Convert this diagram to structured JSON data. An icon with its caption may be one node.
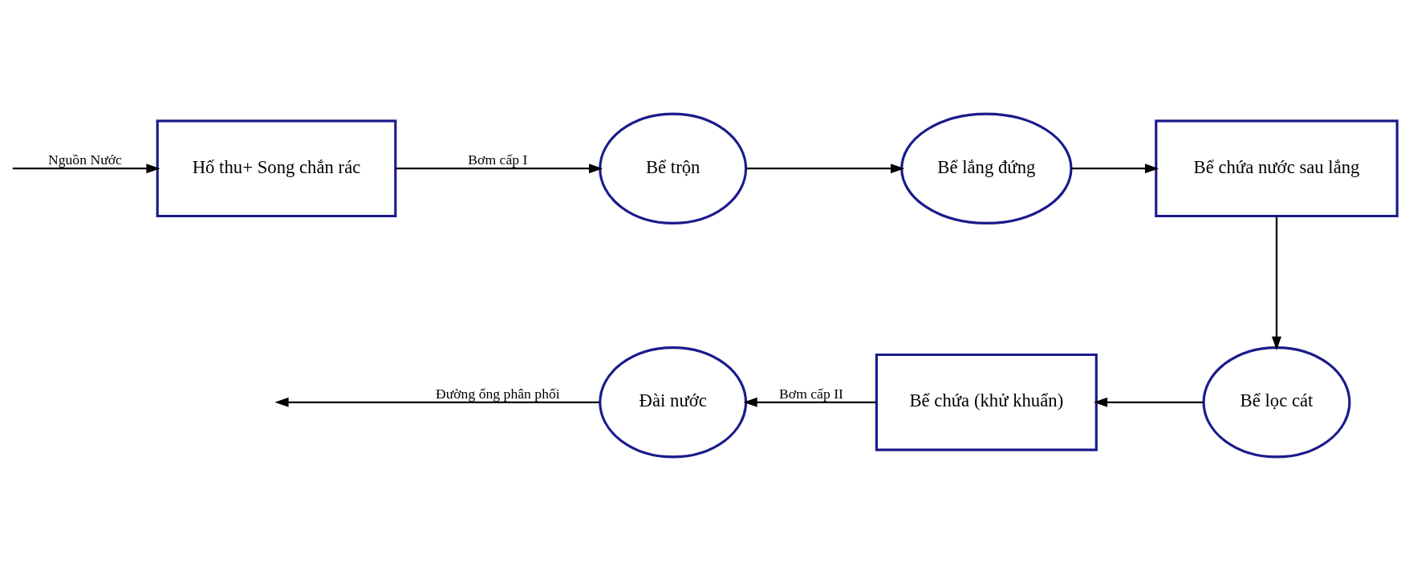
{
  "diagram": {
    "nodes": [
      {
        "text": [
          "Hố thu+ Song chắn rác"
        ]
      },
      {
        "text": [
          "Bể trộn"
        ]
      },
      {
        "text": [
          "Bể lắng đứng"
        ]
      },
      {
        "text": [
          "Bể chứa nước sau lắng"
        ]
      },
      {
        "text": [
          "Bể lọc cát"
        ]
      },
      {
        "text": [
          "Bể chứa (khử khuẩn)"
        ]
      },
      {
        "text": [
          "Đài nước"
        ]
      }
    ],
    "edges": [
      {
        "from": null,
        "to": 0,
        "arrow": "to",
        "label": "Nguồn Nước"
      },
      {
        "from": 0,
        "to": 1,
        "arrow": "to",
        "label": "Bơm cấp I"
      },
      {
        "from": 1,
        "to": 2,
        "arrow": "to"
      },
      {
        "from": 2,
        "to": 3,
        "arrow": "to"
      },
      {
        "from": 3,
        "to": 4,
        "arrow": "to"
      },
      {
        "from": 4,
        "to": 5,
        "arrow": "to"
      },
      {
        "from": 5,
        "to": 6,
        "arrow": "to",
        "label": "Bơm cấp II"
      },
      {
        "from": 6,
        "to": null,
        "arrow": "to",
        "label": "Đường ống phân phối"
      }
    ]
  }
}
